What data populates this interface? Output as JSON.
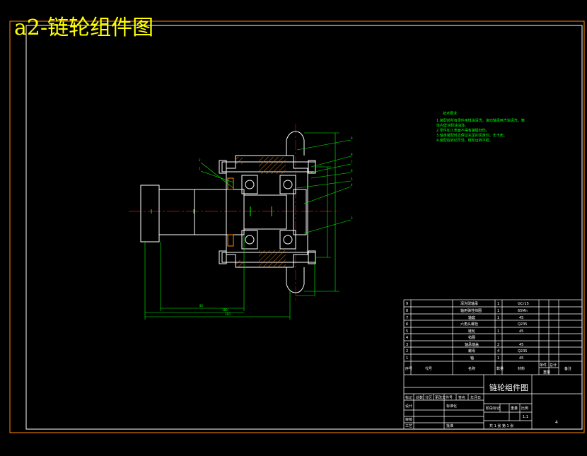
{
  "title": "a2-链轮组件图",
  "technical_notes": {
    "heading": "技术要求",
    "lines": [
      "1.装配前所有零件用煤油清洗，滚动轴承用汽油清洗，箱",
      "体内壁涂耐油油漆。",
      "2.零件加工表面不得有磕碰划伤。",
      "3.轴承装配时应保证充足的润滑剂，无卡死。",
      "4.装配后转动灵活，链轮运转平稳。"
    ]
  },
  "balloons": [
    "9",
    "8",
    "7",
    "6",
    "5",
    "4",
    "3",
    "2",
    "1"
  ],
  "dimensions": [
    "80",
    "180",
    "310"
  ],
  "parts_list": {
    "rows": [
      {
        "no": "9",
        "name": "深沟球轴承",
        "qty": "1",
        "material": "GCr15"
      },
      {
        "no": "8",
        "name": "轴用弹性挡圈",
        "qty": "1",
        "material": "65Mn"
      },
      {
        "no": "7",
        "name": "轴套",
        "qty": "1",
        "material": "45"
      },
      {
        "no": "6",
        "name": "六角头螺栓",
        "qty": "",
        "material": "Q235"
      },
      {
        "no": "5",
        "name": "链轮",
        "qty": "1",
        "material": "45"
      },
      {
        "no": "4",
        "name": "毡圈",
        "qty": "",
        "material": ""
      },
      {
        "no": "3",
        "name": "轴承端盖",
        "qty": "2",
        "material": "45"
      },
      {
        "no": "2",
        "name": "螺母",
        "qty": "4",
        "material": "Q235"
      },
      {
        "no": "1",
        "name": "轴",
        "qty": "1",
        "material": "45"
      }
    ],
    "header": [
      "序号",
      "代号",
      "名称",
      "数量",
      "材料",
      "单件",
      "总计",
      "重量",
      "备注"
    ]
  },
  "title_block": {
    "drawing_name": "链轮组件图",
    "labels": [
      "标记",
      "处数",
      "分区",
      "更改文件号",
      "签名",
      "年月日"
    ],
    "roles": [
      "设计",
      "标准化",
      "审核",
      "工艺",
      "批准"
    ],
    "stage_label": "阶段标记",
    "weight_label": "重量",
    "scale_label": "比例",
    "scale": "1:1",
    "sheets": "共 1 张  第 1 张",
    "sheet_number": "4"
  },
  "colors": {
    "outline": "#ff8c00",
    "lines": "#ffffff",
    "dims": "#00ff00",
    "center": "#ff0000",
    "hatch": "#ff8c00",
    "title": "#ffff00"
  }
}
